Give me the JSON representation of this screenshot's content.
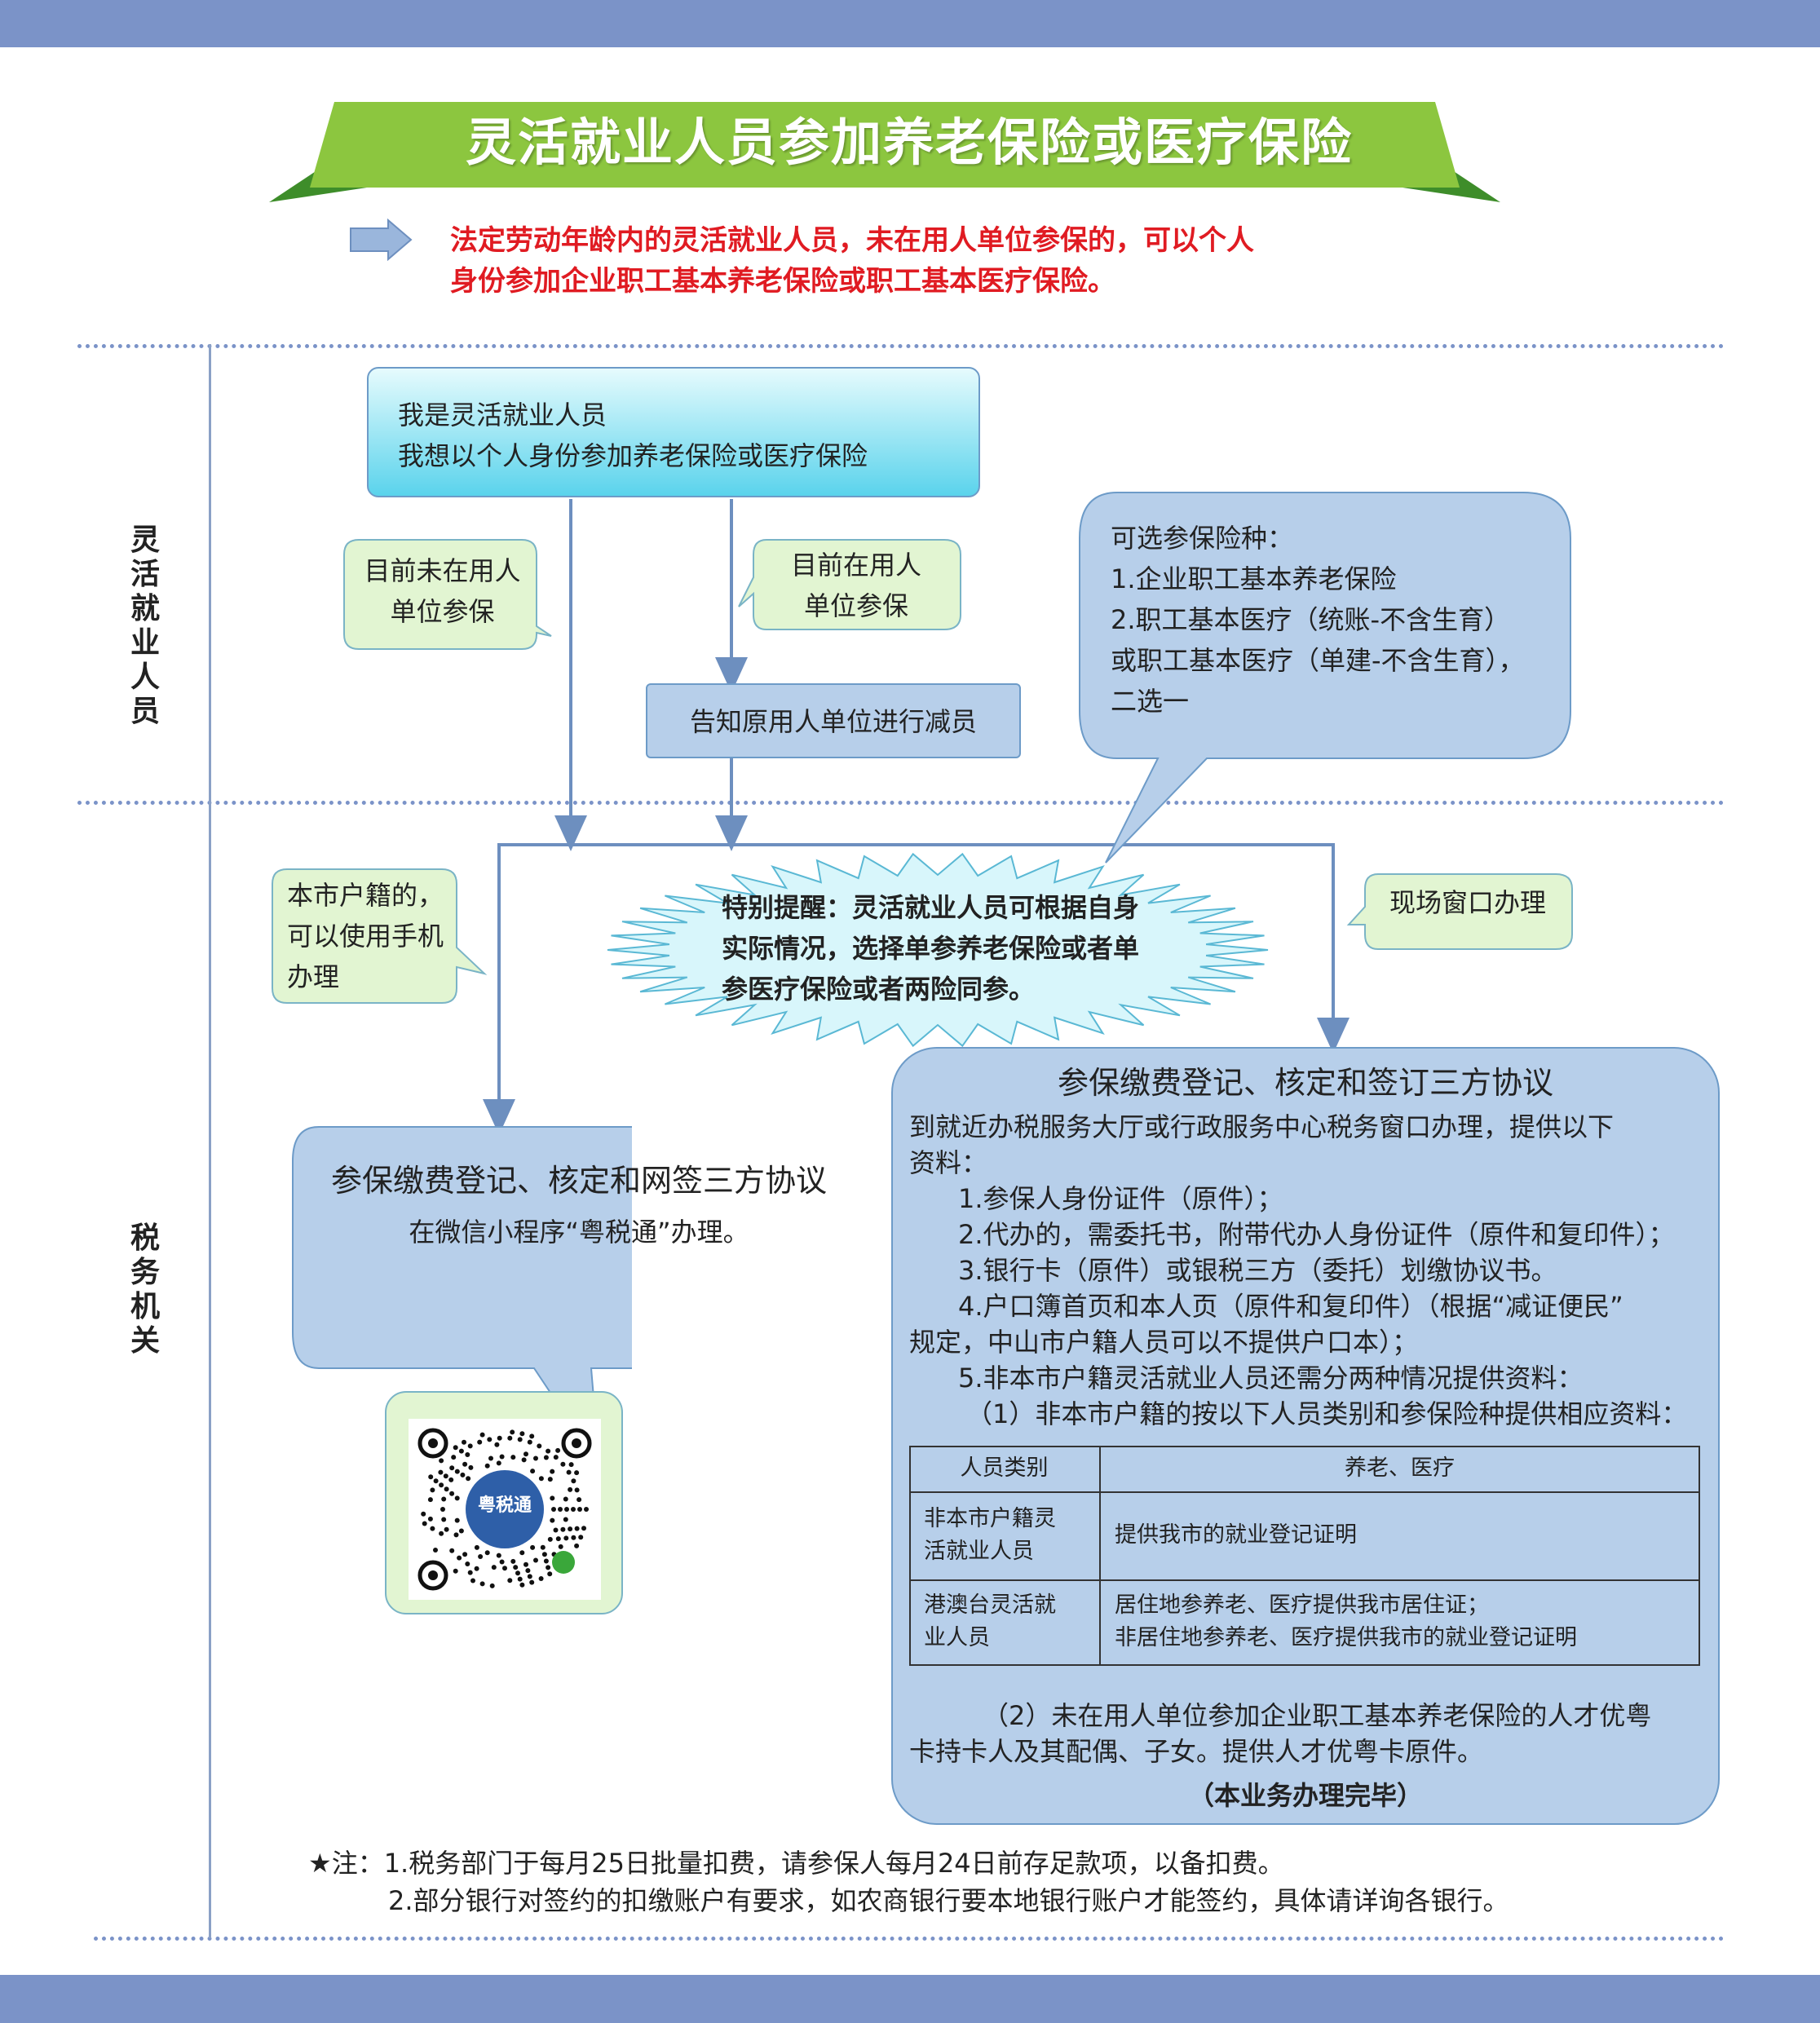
{
  "title": "灵活就业人员参加养老保险或医疗保险",
  "intro": [
    "法定劳动年龄内的灵活就业人员，未在用人单位参保的，可以个人",
    "身份参加企业职工基本养老保险或职工基本医疗保险。"
  ],
  "lanes": {
    "person": "灵活就业人员",
    "tax": "税务机关"
  },
  "start_box": [
    "我是灵活就业人员",
    "我想以个人身份参加养老保险或医疗保险"
  ],
  "bubble_not_insured": [
    "目前未在用人",
    "单位参保"
  ],
  "bubble_insured": [
    "目前在用人",
    "单位参保"
  ],
  "notify_box": "告知原用人单位进行减员",
  "types_callout": [
    "可选参保险种：",
    "1.企业职工基本养老保险",
    "2.职工基本医疗（统账-不含生育）",
    "或职工基本医疗（单建-不含生育），",
    "二选一"
  ],
  "bubble_local": [
    "本市户籍的，",
    "可以使用手机",
    "办理"
  ],
  "reminder": [
    "特别提醒：灵活就业人员可根据自身",
    "实际情况，选择单参养老保险或者单",
    "参医疗保险或者两险同参。"
  ],
  "bubble_window": "现场窗口办理",
  "online_box": {
    "title": "参保缴费登记、核定和网签三方协议",
    "text": "在微信小程序“粤税通”办理。"
  },
  "qr_label": "粤税通",
  "window_box": {
    "title": "参保缴费登记、核定和签订三方协议",
    "intro": [
      "到就近办税服务大厅或行政服务中心税务窗口办理，提供以下",
      "资料："
    ],
    "items": [
      "1.参保人身份证件（原件）；",
      "2.代办的，需委托书，附带代办人身份证件（原件和复印件）；",
      "3.银行卡（原件）或银税三方（委托）划缴协议书。",
      "4.户口簿首页和本人页（原件和复印件）（根据“减证便民”",
      "规定，中山市户籍人员可以不提供户口本）；",
      "5.非本市户籍灵活就业人员还需分两种情况提供资料：",
      "（1）非本市户籍的按以下人员类别和参保险种提供相应资料："
    ],
    "table": {
      "headers": [
        "人员类别",
        "养老、医疗"
      ],
      "rows": [
        {
          "category": [
            "非本市户籍灵",
            "活就业人员"
          ],
          "content": [
            "提供我市的就业登记证明"
          ]
        },
        {
          "category": [
            "港澳台灵活就",
            "业人员"
          ],
          "content": [
            "居住地参养老、医疗提供我市居住证；",
            "非居住地参养老、医疗提供我市的就业登记证明"
          ]
        }
      ]
    },
    "note2": [
      "（2）未在用人单位参加企业职工基本养老保险的人才优粤",
      "卡持卡人及其配偶、子女。提供人才优粤卡原件。"
    ],
    "end": "（本业务办理完毕）"
  },
  "footnote": [
    "★注：1.税务部门于每月25日批量扣费，请参保人每月24日前存足款项，以备扣费。",
    "2.部分银行对签约的扣缴账户有要求，如农商银行要本地银行账户才能签约，具体请详询各银行。"
  ],
  "colors": {
    "banner": "#8cc63f",
    "intro_text": "#e01b22",
    "bars": "#7b93c8",
    "bubble_green": "#e2f5d2",
    "box_blue": "#b7cfea"
  }
}
